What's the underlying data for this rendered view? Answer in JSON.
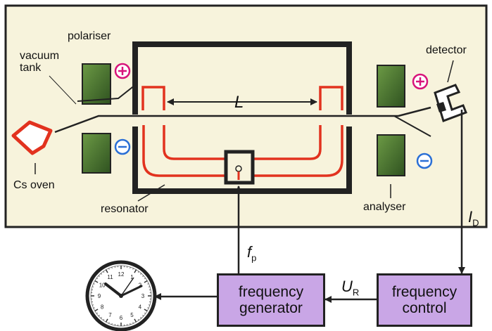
{
  "labels": {
    "polariser": "polariser",
    "vacuum_tank": "vacuum\ntank",
    "detector": "detector",
    "cs_oven": "Cs oven",
    "resonator": "resonator",
    "analyser": "analyser",
    "length": "L",
    "f_main": "f",
    "f_sub": "p",
    "i_main": "I",
    "i_sub": "D",
    "u_main": "U",
    "u_sub": "R"
  },
  "boxes": {
    "frequency_generator": "frequency\ngenerator",
    "frequency_control": "frequency\ncontrol"
  },
  "symbols": {
    "plus": "+",
    "minus": "−"
  },
  "clock": {
    "numbers": [
      "12",
      "1",
      "2",
      "3",
      "4",
      "5",
      "6",
      "7",
      "8",
      "9",
      "10",
      "11"
    ]
  },
  "colors": {
    "tank_fill": "#f7f3dc",
    "beam_red": "#e2321e",
    "magnet_green": "#3d6b2a",
    "plus_magenta": "#d8137a",
    "minus_blue": "#2a6fd6",
    "box_purple": "#c9a6e6"
  }
}
